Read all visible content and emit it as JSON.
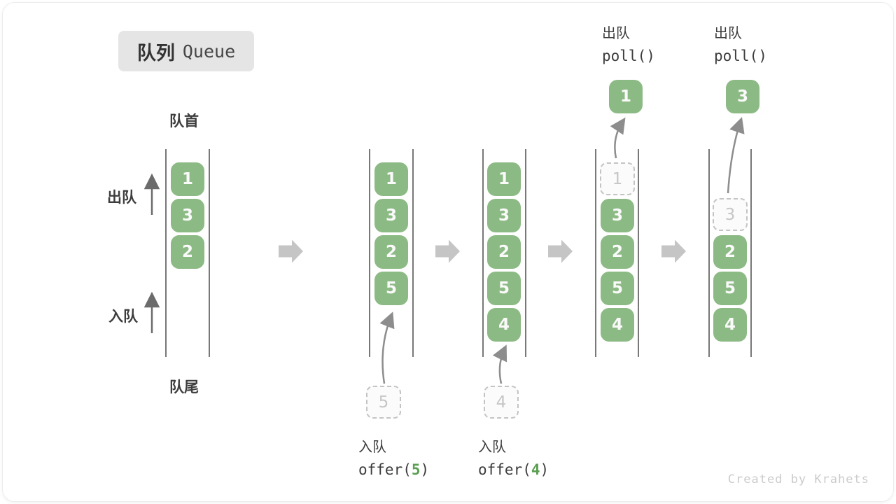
{
  "title": {
    "zh": "队列",
    "en": "Queue"
  },
  "labels": {
    "front": "队首",
    "rear": "队尾",
    "dequeue_side": "出队",
    "enqueue_side": "入队"
  },
  "columns": [
    {
      "boxes": [
        "1",
        "3",
        "2"
      ]
    },
    {
      "boxes": [
        "1",
        "3",
        "2",
        "5"
      ],
      "incoming": "5"
    },
    {
      "boxes": [
        "1",
        "3",
        "2",
        "5",
        "4"
      ],
      "incoming": "4"
    },
    {
      "removed": "1",
      "boxes": [
        "3",
        "2",
        "5",
        "4"
      ],
      "result": "1"
    },
    {
      "removed": "3",
      "boxes": [
        "2",
        "5",
        "4"
      ],
      "result": "3"
    }
  ],
  "operations": {
    "enqueue_5": {
      "label": "入队",
      "code_fn": "offer(",
      "code_arg": "5",
      "code_close": ")"
    },
    "enqueue_4": {
      "label": "入队",
      "code_fn": "offer(",
      "code_arg": "4",
      "code_close": ")"
    },
    "poll_1": {
      "label": "出队",
      "code": "poll()"
    },
    "poll_2": {
      "label": "出队",
      "code": "poll()"
    }
  },
  "credit": "Created by Krahets",
  "colors": {
    "box_green": "#8cba84",
    "box_text": "#fafafa",
    "code_digit_green": "#5a9e50",
    "label_dark": "#3d3d3d",
    "dashed_border": "#c4c4c4",
    "dashed_text": "#c6c6c6",
    "column_line": "#4b4b4b",
    "flow_arrow_gray": "#c5c5c5",
    "curve_arrow_gray": "#8d8d8d",
    "title_bg": "#e5e5e5",
    "credit_gray": "#cbcbcb"
  }
}
